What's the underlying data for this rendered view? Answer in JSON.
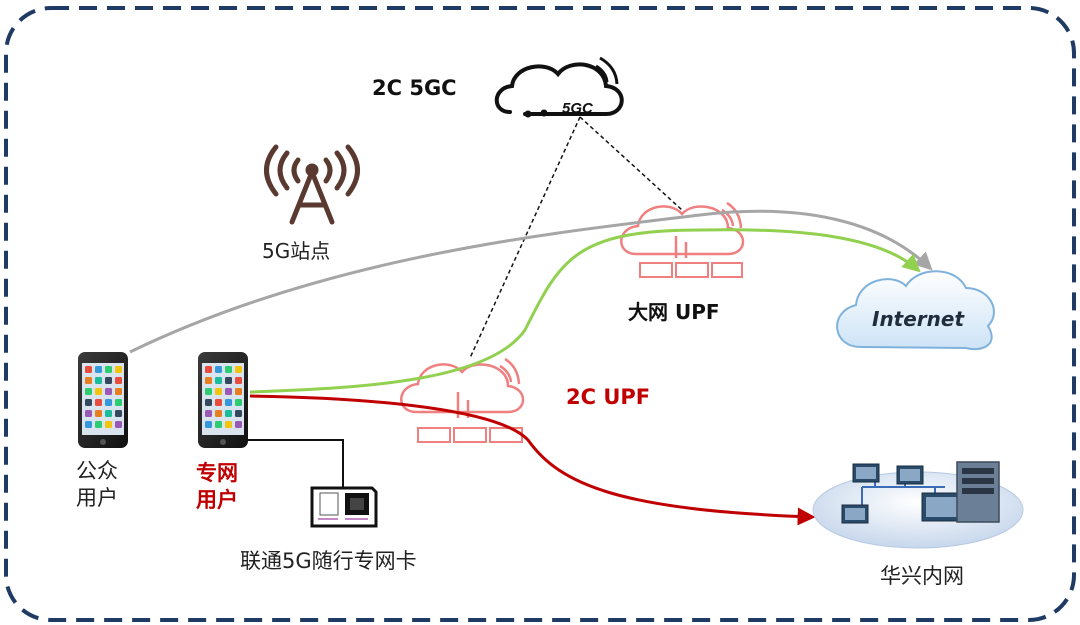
{
  "labels": {
    "core_5gc": "2C 5GC",
    "cloud_5gc": "5GC",
    "site_5g": "5G站点",
    "big_upf": "大网 UPF",
    "upf_2c": "2C UPF",
    "internet": "Internet",
    "public_user_line1": "公众",
    "public_user_line2": "用户",
    "private_user_line1": "专网",
    "private_user_line2": "用户",
    "sim_card": "联通5G随行专网卡",
    "intranet": "华兴内网"
  },
  "colors": {
    "frame": "#1f3a63",
    "gray_path": "#a6a6a6",
    "green_path": "#92d050",
    "red_path": "#c00000",
    "upf_icon": "#f08080",
    "internet_cloud": "#cfe4f7",
    "tower": "#5a3a30"
  }
}
